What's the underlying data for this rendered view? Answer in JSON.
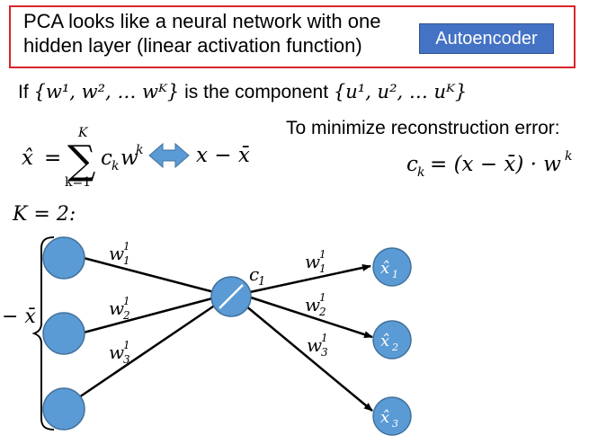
{
  "header": {
    "text_line1": "PCA looks like a neural network with one",
    "text_line2": "hidden layer (linear activation function)",
    "button_label": "Autoencoder"
  },
  "statement": {
    "if_word": "If",
    "set_w": "{w¹, w², … wᴷ}",
    "is_component": "is the component",
    "set_u": "{u¹, u², … uᴷ}"
  },
  "reconstruction": {
    "label": "To minimize reconstruction error:"
  },
  "equations": {
    "xhat": "x̂",
    "equals": "=",
    "sum_upper": "K",
    "sum_lower": "k=1",
    "term": "c",
    "term_sub": "k",
    "term_w": "w",
    "term_sup": "k",
    "rhs": "x − x̄",
    "ck_lhs": "c",
    "ck_sub": "k",
    "ck_rhs": "= (x − x̄) · w",
    "ck_sup": "k"
  },
  "k_label": "K = 2:",
  "network": {
    "input_label": "− x̄",
    "hidden_label": "c",
    "hidden_sub": "1",
    "in_weights": [
      {
        "w": "w",
        "sup": "1",
        "sub": "1"
      },
      {
        "w": "w",
        "sup": "1",
        "sub": "2"
      },
      {
        "w": "w",
        "sup": "1",
        "sub": "3"
      }
    ],
    "out_weights": [
      {
        "w": "w",
        "sup": "1",
        "sub": "1"
      },
      {
        "w": "w",
        "sup": "1",
        "sub": "2"
      },
      {
        "w": "w",
        "sup": "1",
        "sub": "3"
      }
    ],
    "outputs": [
      {
        "x": "x̂",
        "sub": "1"
      },
      {
        "x": "x̂",
        "sub": "2"
      },
      {
        "x": "x̂",
        "sub": "3"
      }
    ]
  },
  "colors": {
    "node_fill": "#5b9bd5",
    "node_stroke": "#41719c",
    "arrow_fill": "#5b9bd5",
    "header_border": "#d7262b",
    "button_fill": "#4472c4"
  }
}
